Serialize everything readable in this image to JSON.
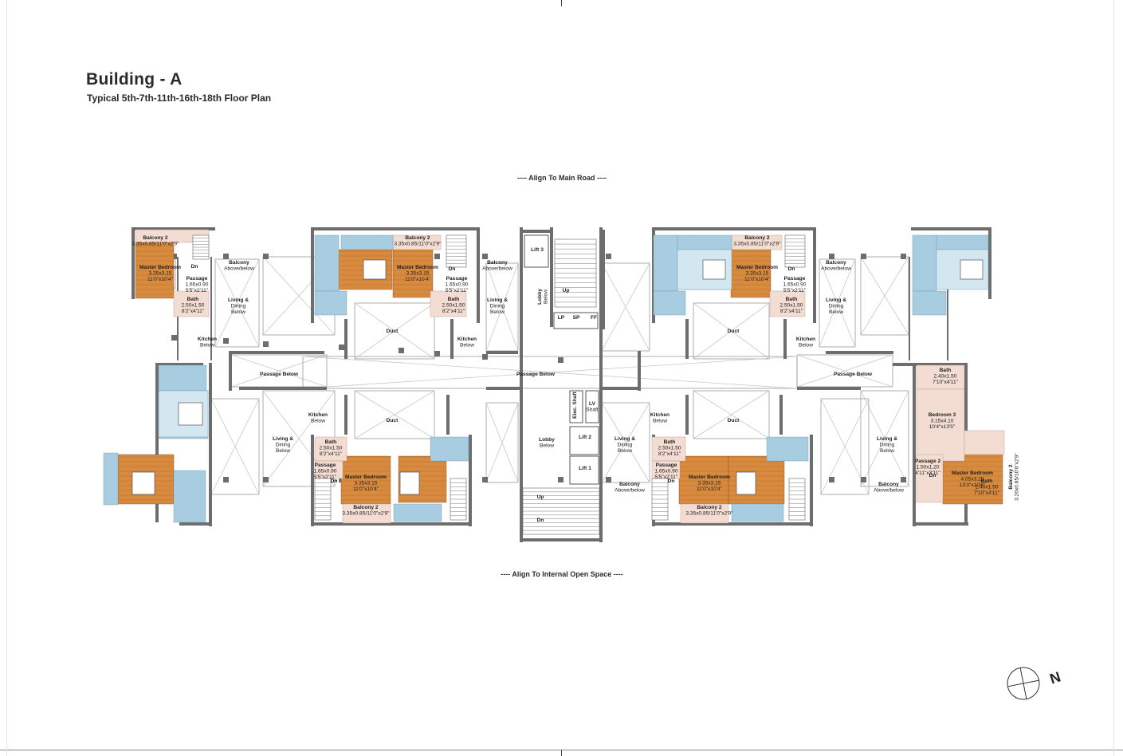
{
  "header": {
    "title": "Building - A",
    "subtitle": "Typical 5th-7th-11th-16th-18th Floor Plan"
  },
  "orientation": {
    "top_note": "---- Align To Main Road ----",
    "bottom_note": "---- Align To Internal Open Space ----",
    "north_label": "N"
  },
  "colors": {
    "wall": "#6d6d6d",
    "bedroom_wood": "#d88a3e",
    "bath_pink": "#f3dcd2",
    "wet_blue": "#a9cde0",
    "light_blue": "#d3e7f1",
    "hatch": "#c8c8c8"
  },
  "labels": [
    {
      "lines": [
        "Balcony 2",
        "3.35x0.85/11'0\"x2'9\""
      ]
    },
    {
      "lines": [
        "Master Bedroom",
        "3.35x3.15",
        "11'0\"x10'4\""
      ]
    },
    {
      "lines": [
        "Dn"
      ]
    },
    {
      "lines": [
        "Passage",
        "1.65x0.90",
        "5'5\"x2'11\""
      ]
    },
    {
      "lines": [
        "Bath",
        "2.50x1.50",
        "8'2\"x4'11\""
      ]
    },
    {
      "lines": [
        "Balcony",
        "Above/below"
      ]
    },
    {
      "lines": [
        "Living &",
        "Dining",
        "Below"
      ]
    },
    {
      "lines": [
        "Kitchen",
        "Below"
      ]
    },
    {
      "lines": [
        "Balcony 2",
        "3.35x0.85/11'0\"x2'9\""
      ]
    },
    {
      "lines": [
        "Master Bedroom",
        "3.35x3.15",
        "11'0\"x10'4\""
      ]
    },
    {
      "lines": [
        "Dn"
      ]
    },
    {
      "lines": [
        "Passage",
        "1.65x0.90",
        "5'5\"x2'11\""
      ]
    },
    {
      "lines": [
        "Bath",
        "2.50x1.50",
        "8'2\"x4'11\""
      ]
    },
    {
      "lines": [
        "Duct"
      ]
    },
    {
      "lines": [
        "Balcony",
        "Above/below"
      ]
    },
    {
      "lines": [
        "Living &",
        "Dining",
        "Below"
      ]
    },
    {
      "lines": [
        "Kitchen",
        "Below"
      ]
    },
    {
      "lines": [
        "Lift 3"
      ]
    },
    {
      "lines": [
        "Lobby",
        "Below"
      ]
    },
    {
      "lines": [
        "Up"
      ]
    },
    {
      "lines": [
        "LP"
      ]
    },
    {
      "lines": [
        "SP"
      ]
    },
    {
      "lines": [
        "FF"
      ]
    },
    {
      "lines": [
        "Balcony 2",
        "3.35x0.85/11'0\"x2'9\""
      ]
    },
    {
      "lines": [
        "Master Bedroom",
        "3.35x3.15",
        "11'0\"x10'4\""
      ]
    },
    {
      "lines": [
        "Dn"
      ]
    },
    {
      "lines": [
        "Passage",
        "1.65x0.90",
        "5'5\"x2'11\""
      ]
    },
    {
      "lines": [
        "Bath",
        "2.50x1.50",
        "8'2\"x4'11\""
      ]
    },
    {
      "lines": [
        "Duct"
      ]
    },
    {
      "lines": [
        "Kitchen",
        "Below"
      ]
    },
    {
      "lines": [
        "Balcony",
        "Above/below"
      ]
    },
    {
      "lines": [
        "Living &",
        "Dining",
        "Below"
      ]
    },
    {
      "lines": [
        "Passage Below"
      ]
    },
    {
      "lines": [
        "Passage Below"
      ]
    },
    {
      "lines": [
        "Passage Below"
      ]
    },
    {
      "lines": [
        "Bath",
        "2.40x1.50",
        "7'10\"x4'11\""
      ]
    },
    {
      "lines": [
        "Kitchen",
        "Below"
      ]
    },
    {
      "lines": [
        "Duct"
      ]
    },
    {
      "lines": [
        "Elec. Shaft"
      ]
    },
    {
      "lines": [
        "LV",
        "Shaft"
      ]
    },
    {
      "lines": [
        "Kitchen",
        "Below"
      ]
    },
    {
      "lines": [
        "Duct"
      ]
    },
    {
      "lines": [
        "Bedroom 3",
        "3.15x4.10",
        "10'4\"x13'5\""
      ]
    },
    {
      "lines": [
        "Living &",
        "Dining",
        "Below"
      ]
    },
    {
      "lines": [
        "Bath",
        "2.50x1.50",
        "8'2\"x4'11\""
      ]
    },
    {
      "lines": [
        "Passage",
        "1.65x0.90",
        "5'5\"x2'11\""
      ]
    },
    {
      "lines": [
        "Dn"
      ]
    },
    {
      "lines": [
        "Master Bedroom",
        "3.35x3.15",
        "11'0\"x10'4\""
      ]
    },
    {
      "lines": [
        "Dn"
      ]
    },
    {
      "lines": [
        "Balcony 2",
        "3.35x0.85/11'0\"x2'9\""
      ]
    },
    {
      "lines": [
        "Lobby",
        "Below"
      ]
    },
    {
      "lines": [
        "Lift 2"
      ]
    },
    {
      "lines": [
        "Lift 1"
      ]
    },
    {
      "lines": [
        "Up"
      ]
    },
    {
      "lines": [
        "Dn"
      ]
    },
    {
      "lines": [
        "Living &",
        "Dining",
        "Below"
      ]
    },
    {
      "lines": [
        "Balcony",
        "Above/below"
      ]
    },
    {
      "lines": [
        "Bath",
        "2.50x1.50",
        "8'2\"x4'11\""
      ]
    },
    {
      "lines": [
        "Passage",
        "1.65x0.90",
        "5'5\"x2'11\""
      ]
    },
    {
      "lines": [
        "Dn"
      ]
    },
    {
      "lines": [
        "Master Bedroom",
        "3.35x3.15",
        "11'0\"x10'4\""
      ]
    },
    {
      "lines": [
        "Balcony 2",
        "3.35x0.85/11'0\"x2'9\""
      ]
    },
    {
      "lines": [
        "Living &",
        "Dining",
        "Below"
      ]
    },
    {
      "lines": [
        "Balcony",
        "Above/below"
      ]
    },
    {
      "lines": [
        "Bath",
        "2.40x1.50",
        "7'10\"x4'11\""
      ]
    },
    {
      "lines": [
        "Passage 2",
        "1.50x1.20",
        "4'11\"x3'11\""
      ]
    },
    {
      "lines": [
        "Dn"
      ]
    },
    {
      "lines": [
        "Master Bedroom",
        "4.05x3.20",
        "13'3\"x10'6\""
      ]
    },
    {
      "lines": [
        "Balcony 2",
        "3.20x0.85/10'6\"x2'9\""
      ]
    }
  ]
}
